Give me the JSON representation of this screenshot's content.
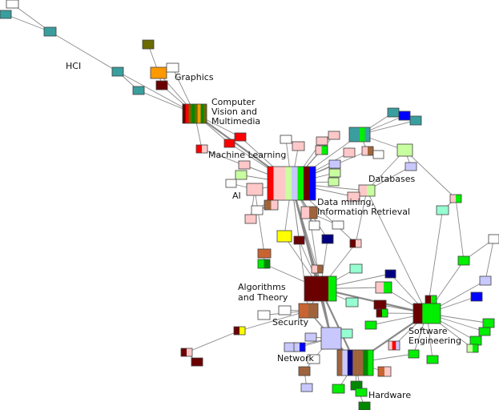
{
  "labels": {
    "hci": "HCI",
    "graphics": "Graphics",
    "cv": [
      "Computer",
      "Vision and",
      "Multimedia"
    ],
    "ml": "Machine Learning",
    "ai": "AI",
    "databases": "Databases",
    "dm": [
      "Data mining,",
      "Information Retrieval"
    ],
    "algorithms": [
      "Algorithms",
      "and Theory"
    ],
    "security": "Security",
    "se": [
      "Software",
      "Engineering"
    ],
    "network": "Network",
    "hardware": "Hardware"
  },
  "colors": {
    "edge": "#8a8a8a",
    "node_border": "#404040",
    "teal": "#3a9e9e",
    "olive": "#6b6b00",
    "orange": "#ff9900",
    "maroon": "#6b0000",
    "red": "#ff0000",
    "pink": "#ffc8c8",
    "light_green": "#c8ffa0",
    "green": "#00ee00",
    "dark_green": "#008800",
    "lavender": "#c8c8ff",
    "navy": "#000080",
    "blue": "#0000ff",
    "brown": "#a0643c",
    "sienna": "#c86432",
    "yellow": "#ffff00",
    "mint": "#96ffd2",
    "white": "#ffffff"
  }
}
